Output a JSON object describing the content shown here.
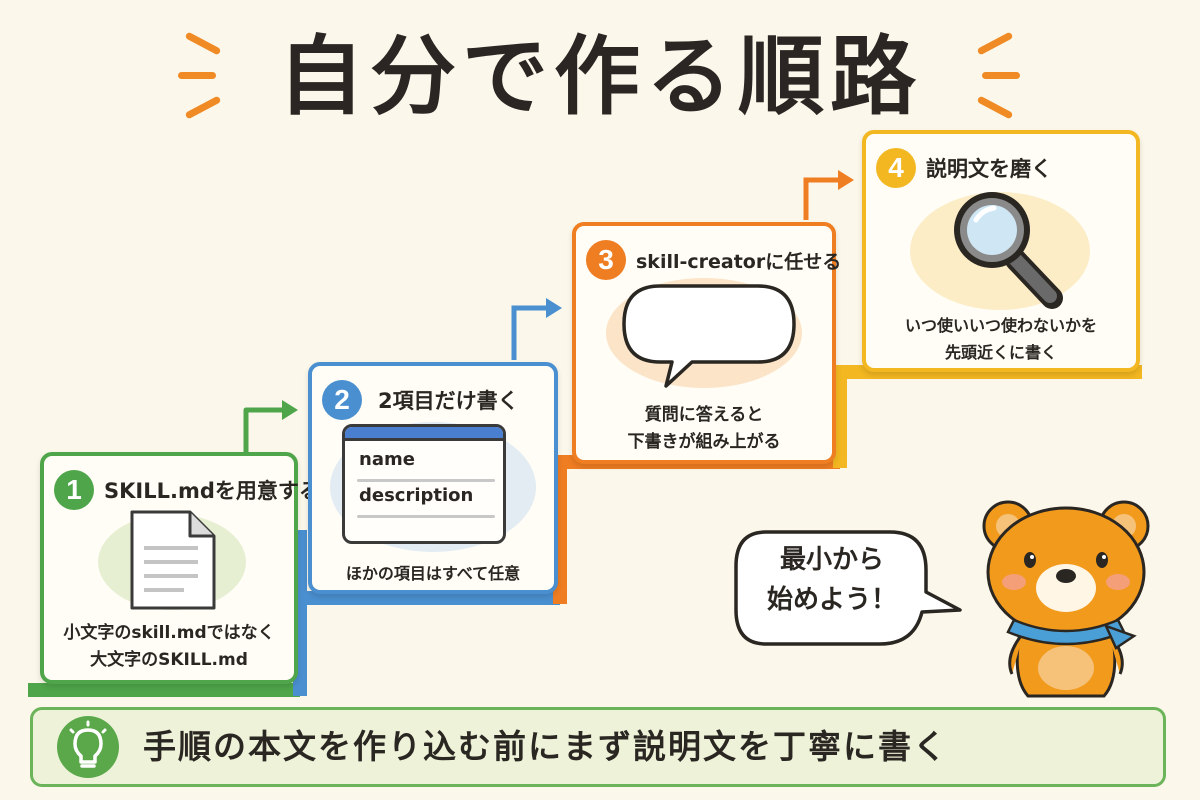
{
  "title": "自分で作る順路",
  "colors": {
    "background": "#fbf7ea",
    "accent_orange": "#f08a24",
    "step1": "#4fa54a",
    "step2": "#4a8fcf",
    "step3": "#ef7d22",
    "step4": "#f2b721"
  },
  "steps": [
    {
      "number": "1",
      "title": "SKILL.mdを用意する",
      "icon": "document-icon",
      "description_lines": [
        "小文字のskill.mdではなく",
        "大文字のSKILL.md"
      ]
    },
    {
      "number": "2",
      "title": "2項目だけ書く",
      "icon": "form-window-icon",
      "fields": [
        "name",
        "description"
      ],
      "description_lines": [
        "ほかの項目はすべて任意"
      ]
    },
    {
      "number": "3",
      "title": "skill-creatorに任せる",
      "icon": "speech-bubble-icon",
      "description_lines": [
        "質問に答えると",
        "下書きが組み上がる"
      ]
    },
    {
      "number": "4",
      "title": "説明文を磨く",
      "icon": "magnifier-icon",
      "description_lines": [
        "いつ使いいつ使わないかを",
        "先頭近くに書く"
      ]
    }
  ],
  "mascot": {
    "icon": "bear-mascot-icon",
    "speech": "最小から\n始めよう！"
  },
  "tip": {
    "icon": "lightbulb-icon",
    "text": "手順の本文を作り込む前にまず説明文を丁寧に書く"
  }
}
